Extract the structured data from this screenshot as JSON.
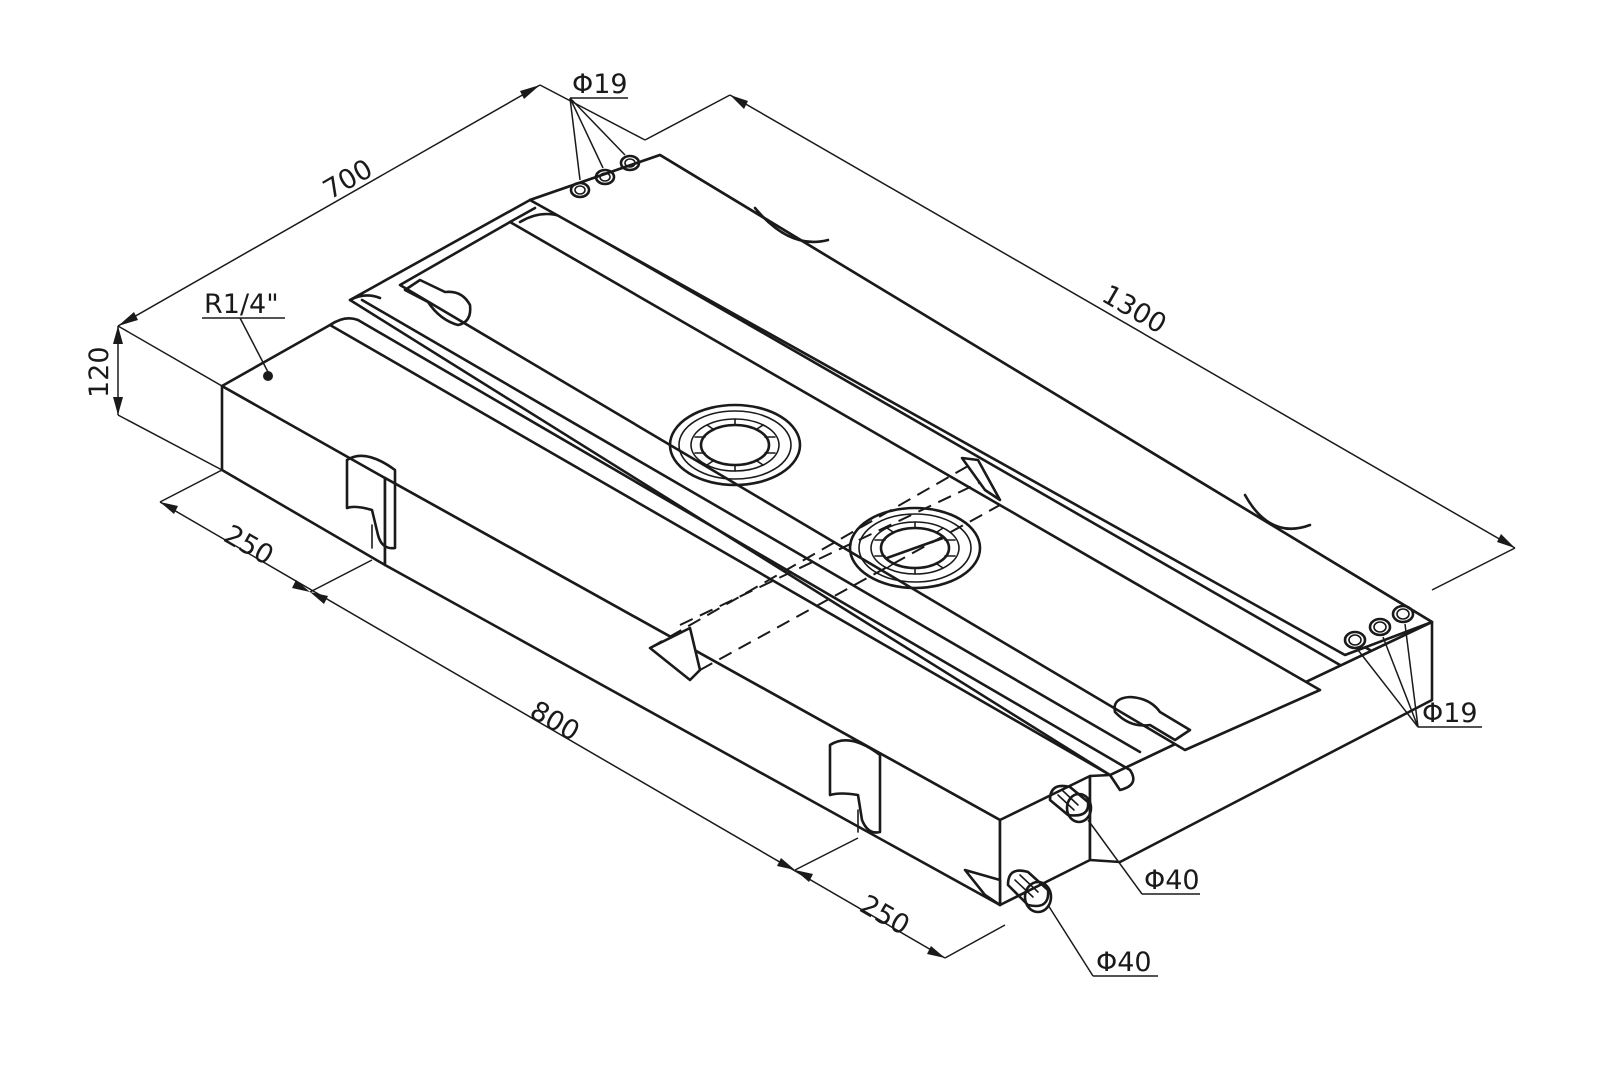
{
  "dimensions": {
    "width_top": "700",
    "length_right": "1300",
    "height_left": "120",
    "offset_front_left": "250",
    "span_front": "800",
    "offset_front_right": "250"
  },
  "callouts": {
    "thread": "R1/4\"",
    "holes_top": "Φ19",
    "holes_right": "Φ19",
    "pin_upper": "Φ40",
    "pin_lower": "Φ40"
  }
}
